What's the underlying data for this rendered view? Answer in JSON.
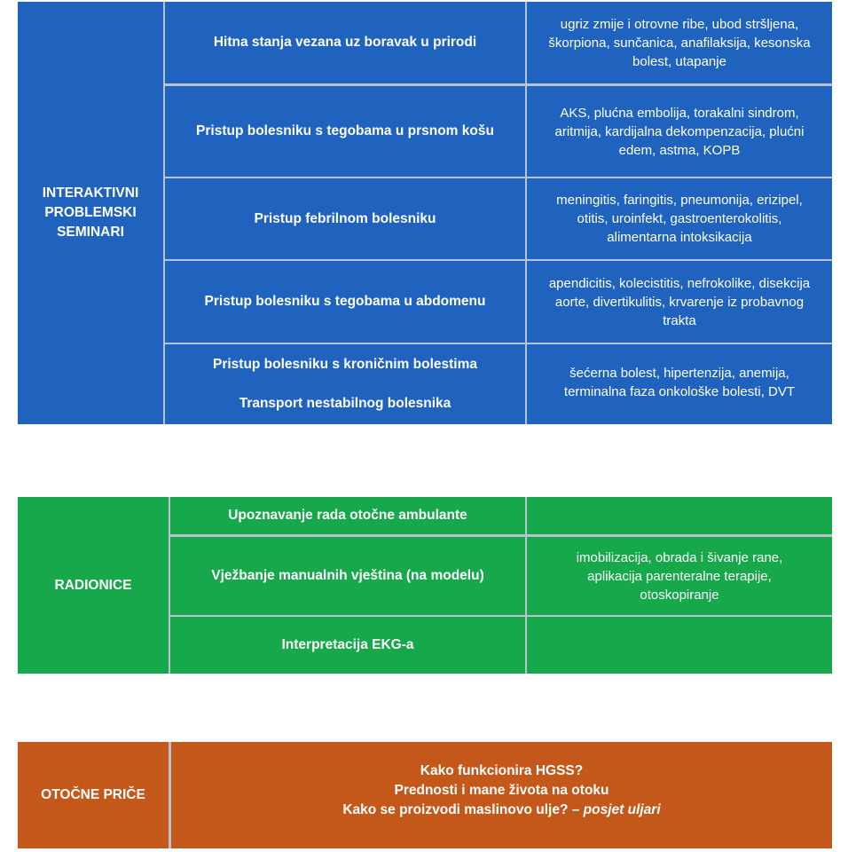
{
  "seminars": {
    "category": [
      "INTERAKTIVNI",
      "PROBLEMSKI",
      "SEMINARI"
    ],
    "rows": [
      {
        "topic": [
          "Hitna stanja vezana uz boravak u prirodi"
        ],
        "desc": [
          "ugriz zmije i otrovne ribe, ubod stršljena,",
          "škorpiona, sunčanica, anafilaksija, kesonska",
          "bolest, utapanje"
        ]
      },
      {
        "topic": [
          "Pristup bolesniku s tegobama u prsnom košu"
        ],
        "desc": [
          "AKS, plućna embolija, torakalni sindrom,",
          "aritmija, kardijalna dekompenzacija, plućni",
          "edem, astma, KOPB"
        ]
      },
      {
        "topic": [
          "Pristup febrilnom bolesniku"
        ],
        "desc": [
          "meningitis, faringitis, pneumonija, erizipel,",
          "otitis, uroinfekt, gastroenterokolitis,",
          "alimentarna intoksikacija"
        ]
      },
      {
        "topic": [
          "Pristup bolesniku s tegobama u abdomenu"
        ],
        "desc": [
          "apendicitis, kolecistitis, nefrokolike, disekcija",
          "aorte, divertikulitis, krvarenje iz probavnog",
          "trakta"
        ]
      },
      {
        "topic": [
          "Pristup bolesniku s kroničnim bolestima",
          "Transport nestabilnog bolesnika"
        ],
        "desc": [
          "šećerna bolest, hipertenzija, anemija,",
          "terminalna faza onkološke bolesti, DVT"
        ]
      }
    ]
  },
  "workshops": {
    "category": "RADIONICE",
    "topics": [
      "Upoznavanje rada otočne ambulante",
      "Vježbanje manualnih vještina (na modelu)",
      "Interpretacija EKG-a"
    ],
    "desc": [
      "imobilizacija, obrada i šivanje rane,",
      "aplikacija parenteralne terapije,",
      "otoskopiranje"
    ]
  },
  "stories": {
    "category": "OTOČNE PRIČE",
    "lines": [
      "Kako funkcionira HGSS?",
      "Prednosti i mane života na otoku",
      "Kako se proizvodi maslinovo ulje? – "
    ],
    "visit": "posjet uljari"
  },
  "colors": {
    "seminars": "#1f63bf",
    "workshops": "#16a84a",
    "stories": "#c4581a",
    "divider": "#b9c3cf"
  }
}
